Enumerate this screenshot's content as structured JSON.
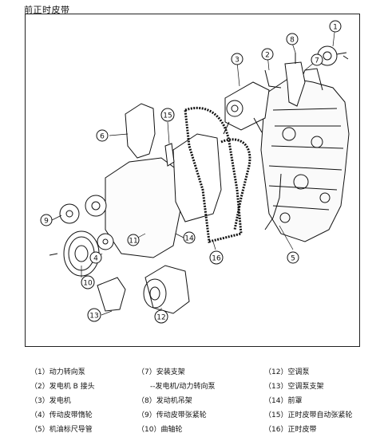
{
  "page": {
    "title": "前正时皮带"
  },
  "callouts": [
    "1",
    "2",
    "3",
    "4",
    "5",
    "6",
    "7",
    "8",
    "9",
    "10",
    "11",
    "12",
    "13",
    "14",
    "15",
    "16"
  ],
  "legend": {
    "col1": [
      "（1）动力转向泵",
      "（2）发电机 B 接头",
      "（3）发电机",
      "（4）传动皮带惰轮",
      "（5）机油标尺导管"
    ],
    "col2": [
      "（7）安装支架",
      "--发电机/动力转向泵",
      "（8）发动机吊架",
      "（9）传动皮带张紧轮",
      "（10）曲轴轮"
    ],
    "col3": [
      "（12）空调泵",
      "（13）空调泵支架",
      "（14）前罩",
      "（15）正时皮带自动张紧轮",
      "（16）正时皮带"
    ]
  }
}
